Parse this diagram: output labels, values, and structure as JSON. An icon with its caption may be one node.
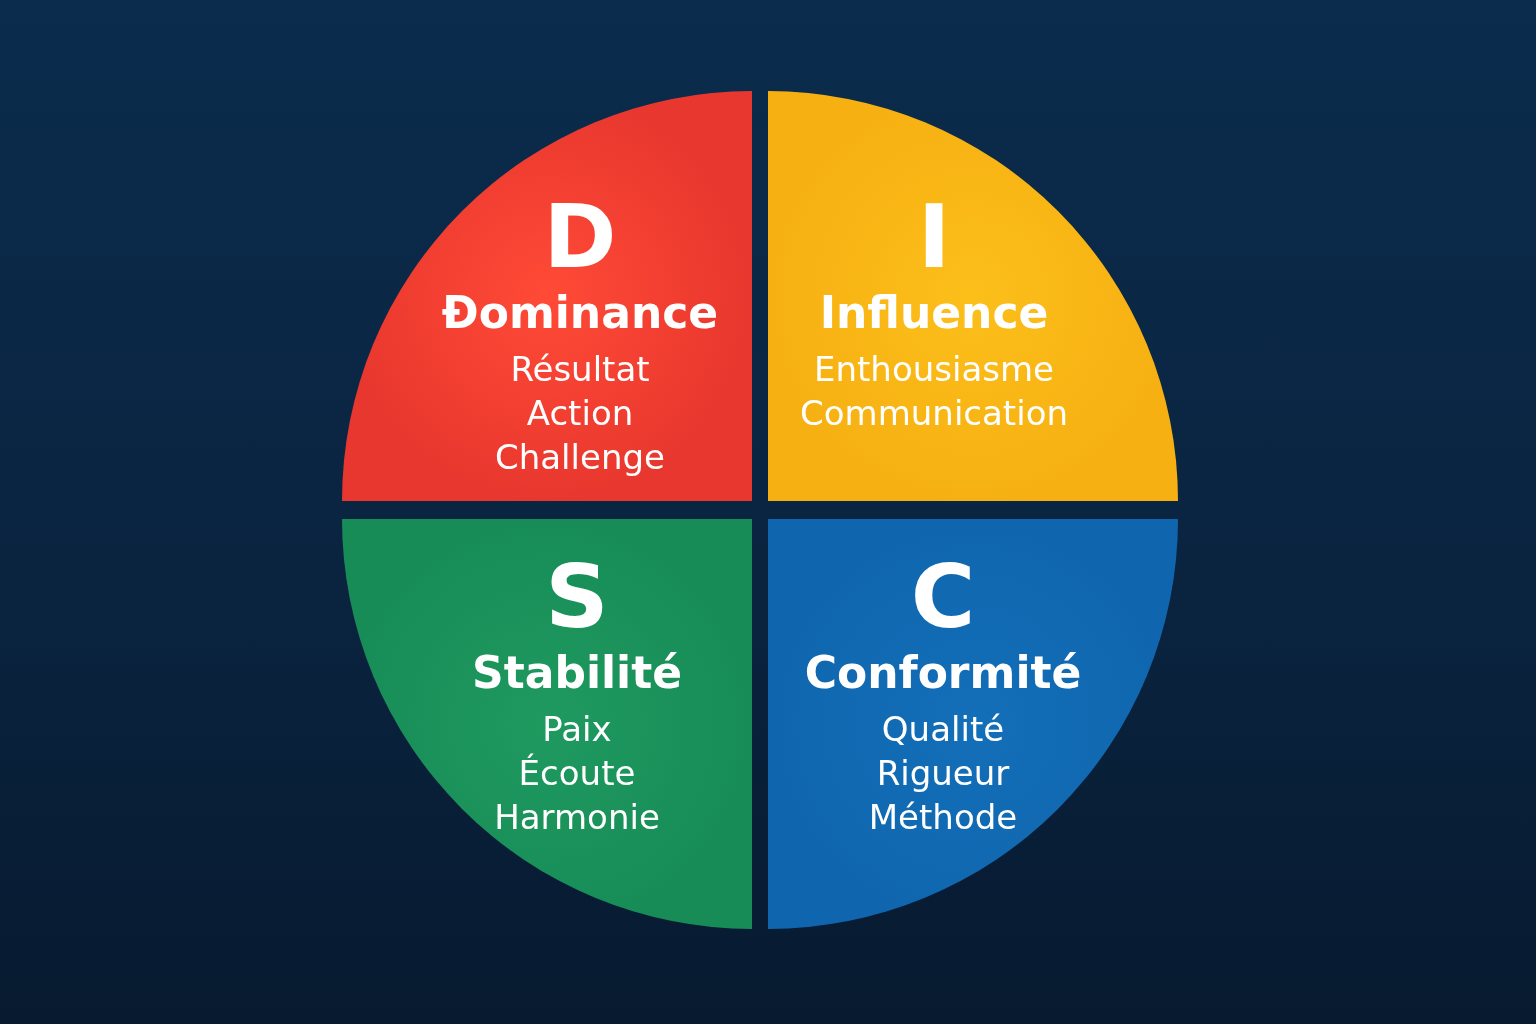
{
  "diagram": {
    "nodes": [
      {
        "text": [
          "D",
          "Đominance",
          "Résultat",
          "Action",
          "Challenge"
        ]
      },
      {
        "text": [
          "I",
          "Influence",
          "Enthousiasme",
          "Communication"
        ]
      },
      {
        "text": [
          "S",
          "Stabilité",
          "Paix",
          "Écoute",
          "Harmonie"
        ]
      },
      {
        "text": [
          "C",
          "Conformité",
          "Qualité",
          "Rigueur",
          "Méthode"
        ]
      }
    ],
    "edges": []
  }
}
